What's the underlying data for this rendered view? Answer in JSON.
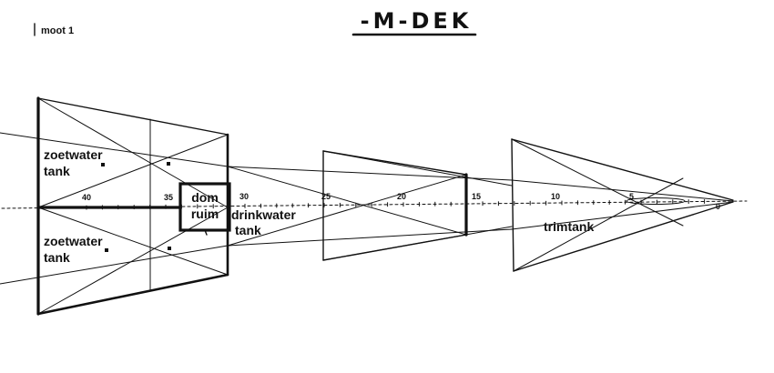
{
  "header": {
    "sheet_label": "moot 1",
    "title": "-M-DEK"
  },
  "compartments": {
    "zoetwater_upper": {
      "line1": "zoetwater",
      "line2": "tank"
    },
    "zoetwater_lower": {
      "line1": "zoetwater",
      "line2": "tank"
    },
    "dom_ruim": {
      "line1": "dom",
      "line2": "ruim"
    },
    "drinkwater": {
      "line1": "drinkwater",
      "line2": "tank"
    },
    "trimtank": {
      "label": "trimtank"
    }
  },
  "frame_scale": [
    "40",
    "35",
    "30",
    "25",
    "20",
    "15",
    "10",
    "5",
    "0"
  ],
  "colors": {
    "ink": "#111111",
    "paper": "#ffffff"
  }
}
